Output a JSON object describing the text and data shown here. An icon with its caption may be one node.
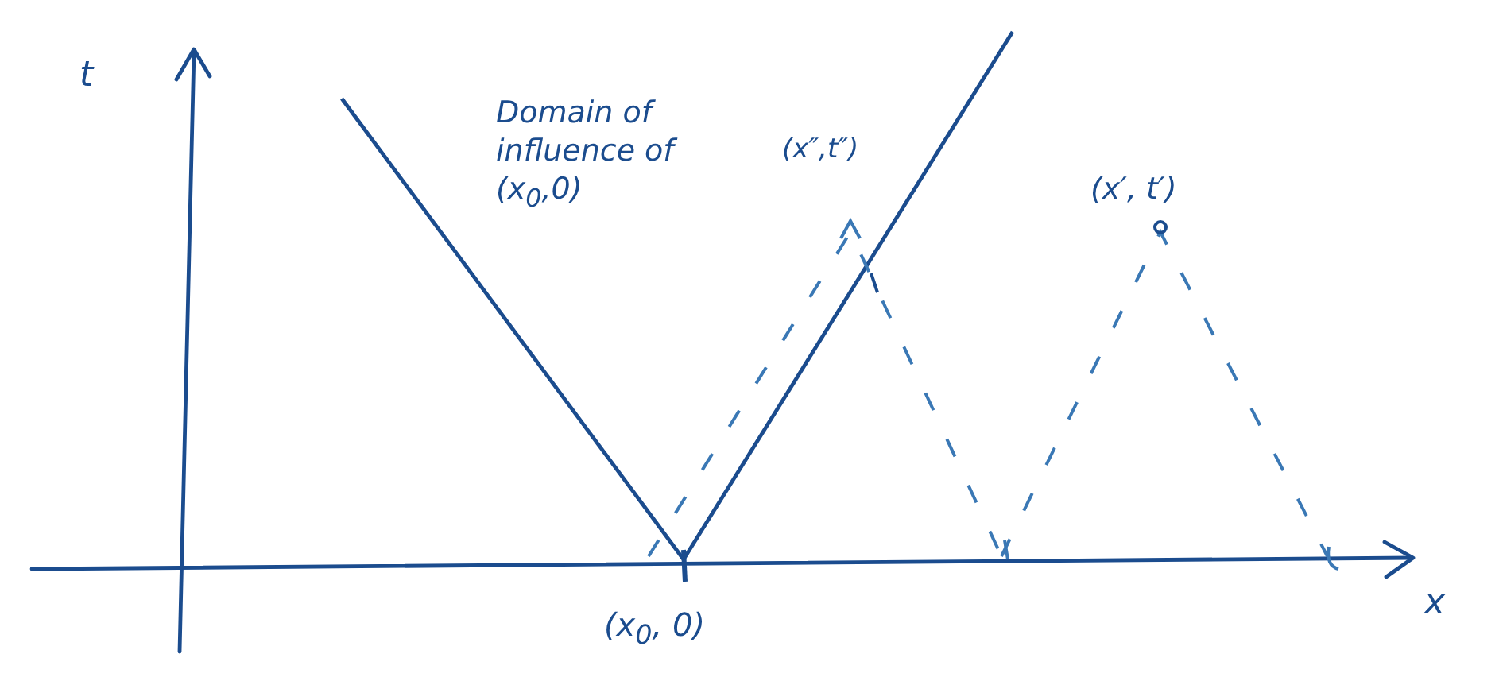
{
  "diagram": {
    "labels": [
      "t",
      "Domain of influence of (x$_{0}$,0)",
      "(x″,t″)",
      "(x′, t′)",
      "x",
      "(x$_{0}$, 0)"
    ]
  }
}
